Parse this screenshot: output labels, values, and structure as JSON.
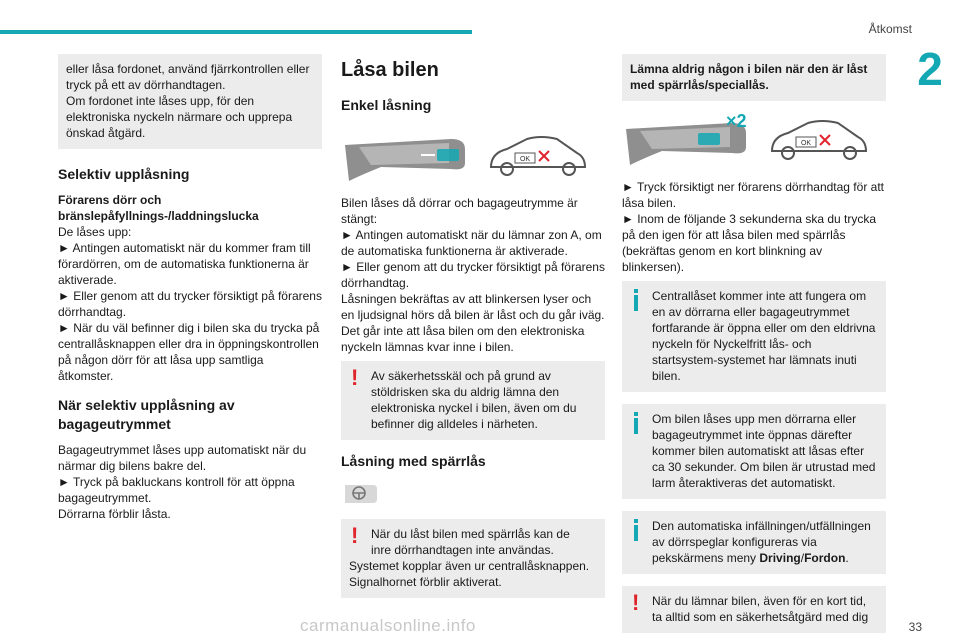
{
  "header": {
    "section_title": "Åtkomst",
    "chapter_number": "2",
    "page_number": "33",
    "accent_color": "#14a8b4",
    "alert_color": "#e0242c"
  },
  "watermark": "carmanualsonline.info",
  "col1": {
    "intro_box": [
      "eller låsa fordonet, använd fjärrkontrollen eller tryck på ett av dörrhandtagen.",
      "Om fordonet inte låses upp, för den elektroniska nyckeln närmare och upprepa önskad åtgärd."
    ],
    "selective_heading": "Selektiv upplåsning",
    "driver_door_heading": "Förarens dörr och bränslepåfyllnings-/laddningslucka",
    "driver_door_lines": [
      "De låses upp:",
      "► Antingen automatiskt när du kommer fram till förardörren, om de automatiska funktionerna är aktiverade.",
      "► Eller genom att du trycker försiktigt på förarens dörrhandtag.",
      "► När du väl befinner dig i bilen ska du trycka på centrallåsknappen eller dra in öppningskontrollen på någon dörr för att låsa upp samtliga åtkomster."
    ],
    "trunk_heading": "När selektiv upplåsning av bagageutrymmet",
    "trunk_lines": [
      "Bagageutrymmet låses upp automatiskt när du närmar dig bilens bakre del.",
      "► Tryck på bakluckans kontroll för att öppna bagageutrymmet.",
      "Dörrarna förblir låsta."
    ]
  },
  "col2": {
    "title": "Låsa bilen",
    "simple_heading": "Enkel låsning",
    "ok_label": "OK",
    "simple_lines": [
      "Bilen låses då dörrar och bagageutrymme är stängt:",
      "► Antingen automatiskt när du lämnar zon A, om de automatiska funktionerna är aktiverade.",
      "► Eller genom att du trycker försiktigt på förarens dörrhandtag.",
      "Låsningen bekräftas av att blinkersen lyser och en ljudsignal hörs då bilen är låst och du går iväg.",
      "Det går inte att låsa bilen om den elektroniska nyckeln lämnas kvar inne i bilen."
    ],
    "warning_theft_first": "Av säkerhetsskäl och på grund av",
    "warning_theft_rest": "stöldrisken ska du aldrig lämna den elektroniska nyckel i bilen, även om du befinner dig alldeles i närheten.",
    "deadlock_heading": "Låsning med spärrlås",
    "warning_deadlock_first": "När du låst bilen med spärrlås kan de",
    "warning_deadlock_rest": "inre dörrhandtagen inte användas.",
    "warning_deadlock_lines": [
      "Systemet kopplar även ur centrallåsknappen.",
      "Signalhornet förblir aktiverat."
    ]
  },
  "col3": {
    "note_box": "Lämna aldrig någon i bilen när den är låst med spärrlås/speciallås.",
    "x2_label": "×2",
    "ok_label": "OK",
    "steps": [
      "► Tryck försiktigt ner förarens dörrhandtag för att låsa bilen.",
      "► Inom de följande 3 sekunderna ska du trycka på den igen för att låsa bilen med spärrlås (bekräftas genom en kort blinkning av blinkersen)."
    ],
    "info1_first": "Centrallåset kommer inte att fungera om",
    "info1_rest": "en av dörrarna eller bagageutrymmet fortfarande är öppna eller om den eldrivna nyckeln för Nyckelfritt lås- och startsystem-systemet har lämnats inuti bilen.",
    "info2_first": "Om bilen låses upp men dörrarna eller",
    "info2_rest": "bagageutrymmet inte öppnas därefter kommer bilen automatiskt att låsas efter ca 30 sekunder. Om bilen är utrustad med larm återaktiveras det automatiskt.",
    "info3_first": "Den automatiska infällningen/utfällningen",
    "info3_rest": "av dörrspeglar konfigureras via pekskärmens meny",
    "info3_menu1": "Driving",
    "info3_sep": "/",
    "info3_menu2": "Fordon",
    "info3_end": ".",
    "warning_leave_first": "När du lämnar bilen, även för en kort tid,",
    "warning_leave_rest": "ta alltid som en säkerhetsåtgärd med dig"
  }
}
